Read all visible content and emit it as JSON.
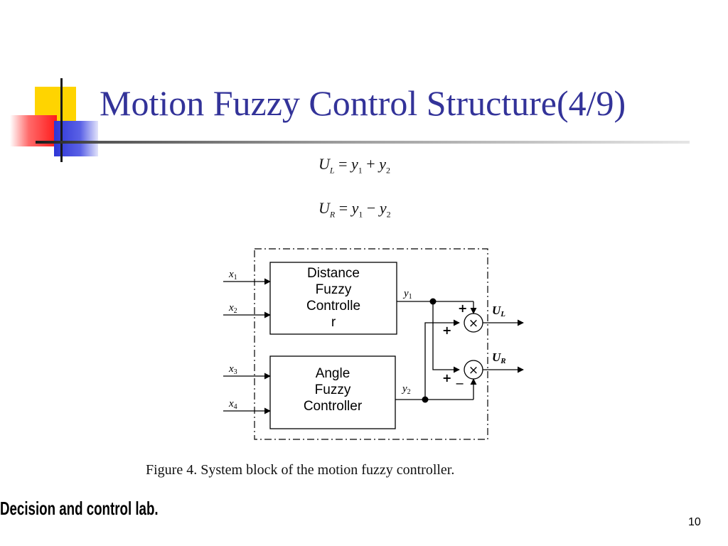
{
  "slide": {
    "title": "Motion Fuzzy Control Structure(4/9)",
    "equations": [
      {
        "lhs_var": "U",
        "lhs_sub": "L",
        "rhs_a_var": "y",
        "rhs_a_sub": "1",
        "op": "+",
        "rhs_b_var": "y",
        "rhs_b_sub": "2"
      },
      {
        "lhs_var": "U",
        "lhs_sub": "R",
        "rhs_a_var": "y",
        "rhs_a_sub": "1",
        "op": "−",
        "rhs_b_var": "y",
        "rhs_b_sub": "2"
      }
    ],
    "caption": "Figure 4. System block of the motion fuzzy controller.",
    "footer": "Decision and control lab.",
    "page_number": "10"
  },
  "diagram": {
    "block1": [
      "Distance",
      "Fuzzy",
      "Controlle",
      "r"
    ],
    "block2": [
      "Angle",
      "Fuzzy",
      "Controller"
    ],
    "inputs": {
      "x1": {
        "var": "x",
        "sub": "1"
      },
      "x2": {
        "var": "x",
        "sub": "2"
      },
      "x3": {
        "var": "x",
        "sub": "3"
      },
      "x4": {
        "var": "x",
        "sub": "4"
      }
    },
    "signals": {
      "y1": {
        "var": "y",
        "sub": "1"
      },
      "y2": {
        "var": "y",
        "sub": "2"
      }
    },
    "outputs": {
      "ul": {
        "var": "U",
        "sub": "L"
      },
      "ur": {
        "var": "U",
        "sub": "R"
      }
    },
    "signs": {
      "plus": "+",
      "minus": "−"
    },
    "junction_symbol": "×"
  },
  "colors": {
    "title": "#333399",
    "accent_yellow": "#ffd400",
    "accent_red": "#ff1a1a",
    "accent_blue": "#2d35d6"
  }
}
